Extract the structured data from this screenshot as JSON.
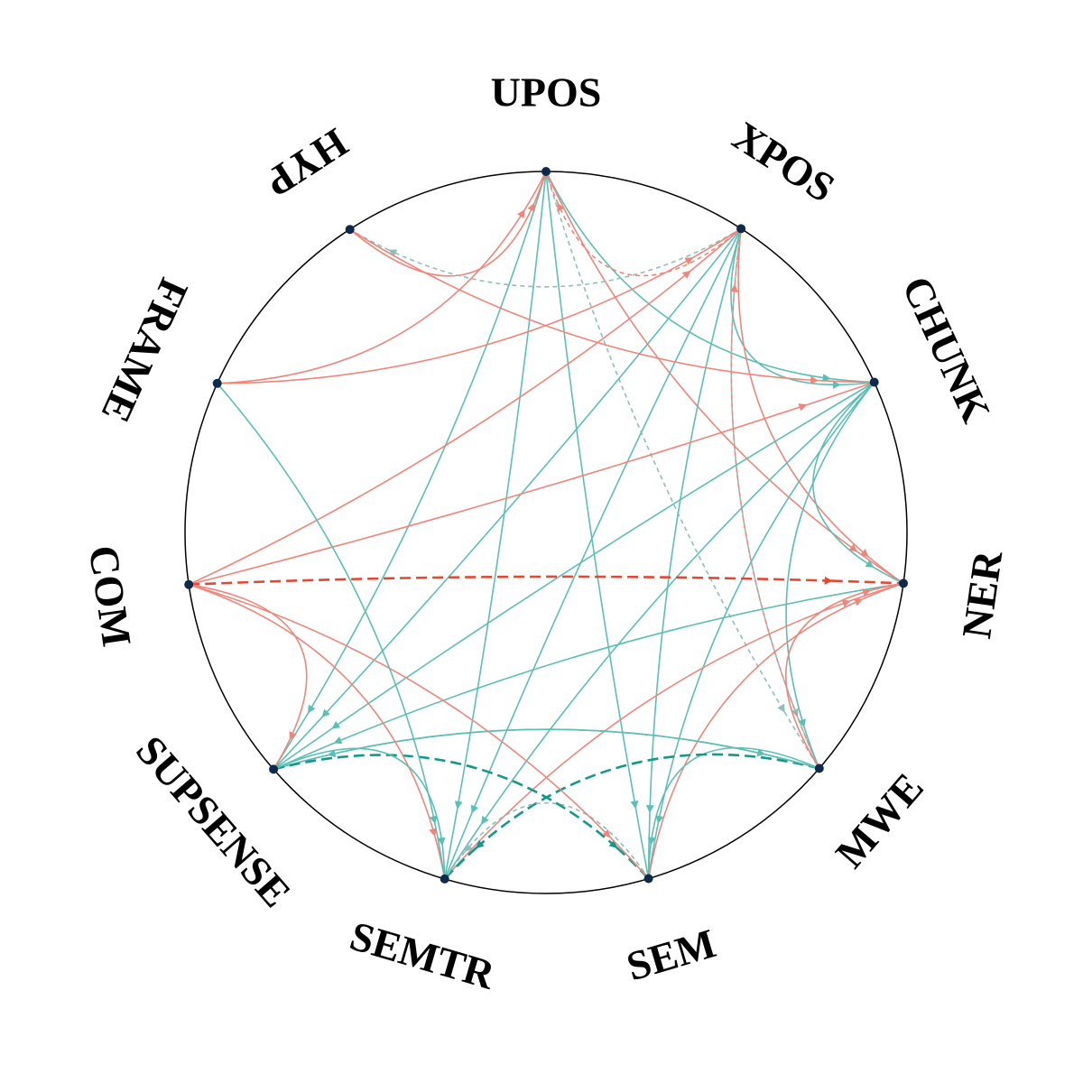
{
  "nodes": [
    {
      "id": "UPOS",
      "label": "UPOS"
    },
    {
      "id": "XPOS",
      "label": "XPOS"
    },
    {
      "id": "CHUNK",
      "label": "CHUNK"
    },
    {
      "id": "NER",
      "label": "NER"
    },
    {
      "id": "MWE",
      "label": "MWE"
    },
    {
      "id": "SEM",
      "label": "SEM"
    },
    {
      "id": "SEMTR",
      "label": "SEMTR"
    },
    {
      "id": "SUPSENSE",
      "label": "SUPSENSE"
    },
    {
      "id": "COM",
      "label": "COM"
    },
    {
      "id": "FRAME",
      "label": "FRAME"
    },
    {
      "id": "HYP",
      "label": "HYP"
    }
  ],
  "colors": {
    "positive": "#f0857a",
    "positive_strong": "#e04a35",
    "negative": "#5cbfb5",
    "negative_strong": "#12998a",
    "negative_light": "#8fbfb8",
    "node": "#0d2a4d",
    "circle": "#000000"
  },
  "edges": [
    {
      "from": "UPOS",
      "to": "CHUNK",
      "color": "negative",
      "style": "solid"
    },
    {
      "from": "UPOS",
      "to": "NER",
      "color": "positive",
      "style": "solid"
    },
    {
      "from": "UPOS",
      "to": "MWE",
      "color": "negative_light",
      "style": "dashed"
    },
    {
      "from": "UPOS",
      "to": "SEM",
      "color": "negative",
      "style": "solid"
    },
    {
      "from": "UPOS",
      "to": "SEMTR",
      "color": "negative",
      "style": "solid"
    },
    {
      "from": "UPOS",
      "to": "SUPSENSE",
      "color": "negative",
      "style": "solid"
    },
    {
      "from": "FRAME",
      "to": "UPOS",
      "color": "positive",
      "style": "solid"
    },
    {
      "from": "HYP",
      "to": "UPOS",
      "color": "positive",
      "style": "solid"
    },
    {
      "from": "XPOS",
      "to": "HYP",
      "color": "negative_light",
      "style": "dashed"
    },
    {
      "from": "XPOS",
      "to": "UPOS",
      "color": "positive",
      "style": "dashed"
    },
    {
      "from": "XPOS",
      "to": "CHUNK",
      "color": "negative",
      "style": "solid"
    },
    {
      "from": "XPOS",
      "to": "NER",
      "color": "positive",
      "style": "solid"
    },
    {
      "from": "XPOS",
      "to": "MWE",
      "color": "negative_light",
      "style": "dashed"
    },
    {
      "from": "XPOS",
      "to": "SEM",
      "color": "negative",
      "style": "solid"
    },
    {
      "from": "XPOS",
      "to": "SEMTR",
      "color": "negative",
      "style": "solid"
    },
    {
      "from": "XPOS",
      "to": "SUPSENSE",
      "color": "negative",
      "style": "solid"
    },
    {
      "from": "FRAME",
      "to": "XPOS",
      "color": "positive",
      "style": "solid"
    },
    {
      "from": "COM",
      "to": "XPOS",
      "color": "positive",
      "style": "solid"
    },
    {
      "from": "MWE",
      "to": "XPOS",
      "color": "positive",
      "style": "dashed"
    },
    {
      "from": "HYP",
      "to": "CHUNK",
      "color": "positive",
      "style": "solid"
    },
    {
      "from": "CHUNK",
      "to": "NER",
      "color": "negative",
      "style": "solid"
    },
    {
      "from": "CHUNK",
      "to": "MWE",
      "color": "negative",
      "style": "solid"
    },
    {
      "from": "CHUNK",
      "to": "SEM",
      "color": "negative",
      "style": "solid"
    },
    {
      "from": "CHUNK",
      "to": "SEMTR",
      "color": "negative",
      "style": "solid"
    },
    {
      "from": "CHUNK",
      "to": "SUPSENSE",
      "color": "negative",
      "style": "solid"
    },
    {
      "from": "COM",
      "to": "CHUNK",
      "color": "positive",
      "style": "solid"
    },
    {
      "from": "COM",
      "to": "NER",
      "color": "positive_strong",
      "style": "dashed"
    },
    {
      "from": "NER",
      "to": "SUPSENSE",
      "color": "negative",
      "style": "solid"
    },
    {
      "from": "MWE",
      "to": "NER",
      "color": "positive",
      "style": "solid"
    },
    {
      "from": "SEM",
      "to": "NER",
      "color": "positive",
      "style": "solid"
    },
    {
      "from": "SEMTR",
      "to": "NER",
      "color": "positive",
      "style": "solid"
    },
    {
      "from": "MWE",
      "to": "SEM",
      "color": "negative",
      "style": "solid"
    },
    {
      "from": "MWE",
      "to": "SEMTR",
      "color": "negative_strong",
      "style": "dashed"
    },
    {
      "from": "MWE",
      "to": "SUPSENSE",
      "color": "negative",
      "style": "solid"
    },
    {
      "from": "SUPSENSE",
      "to": "MWE",
      "color": "negative",
      "style": "solid"
    },
    {
      "from": "SEM",
      "to": "SEMTR",
      "color": "negative_light",
      "style": "dashed"
    },
    {
      "from": "SUPSENSE",
      "to": "SEM",
      "color": "negative_strong",
      "style": "dashed"
    },
    {
      "from": "COM",
      "to": "SEM",
      "color": "positive",
      "style": "solid"
    },
    {
      "from": "COM",
      "to": "SEMTR",
      "color": "positive",
      "style": "solid"
    },
    {
      "from": "FRAME",
      "to": "SEMTR",
      "color": "negative",
      "style": "solid"
    },
    {
      "from": "SUPSENSE",
      "to": "SEMTR",
      "color": "negative",
      "style": "solid"
    },
    {
      "from": "COM",
      "to": "SUPSENSE",
      "color": "positive",
      "style": "solid"
    }
  ]
}
